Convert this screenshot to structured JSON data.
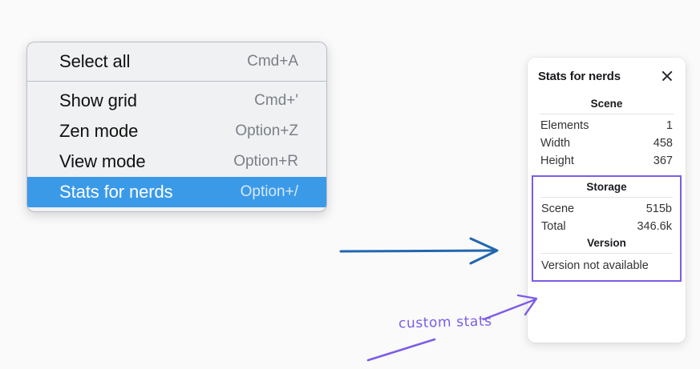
{
  "context_menu": {
    "groups": [
      {
        "items": [
          {
            "label": "Select all",
            "shortcut": "Cmd+A",
            "selected": false
          }
        ]
      },
      {
        "items": [
          {
            "label": "Show grid",
            "shortcut": "Cmd+'",
            "selected": false
          },
          {
            "label": "Zen mode",
            "shortcut": "Option+Z",
            "selected": false
          },
          {
            "label": "View mode",
            "shortcut": "Option+R",
            "selected": false
          },
          {
            "label": "Stats for nerds",
            "shortcut": "Option+/",
            "selected": true
          }
        ]
      }
    ],
    "highlight_color": "#3b9ae8"
  },
  "stats_panel": {
    "title": "Stats for nerds",
    "close_icon": "close-icon",
    "scene": {
      "heading": "Scene",
      "rows": [
        {
          "key": "Elements",
          "value": "1"
        },
        {
          "key": "Width",
          "value": "458"
        },
        {
          "key": "Height",
          "value": "367"
        }
      ]
    },
    "storage": {
      "heading": "Storage",
      "rows": [
        {
          "key": "Scene",
          "value": "515b"
        },
        {
          "key": "Total",
          "value": "346.6k"
        }
      ]
    },
    "version": {
      "heading": "Version",
      "text": "Version not available"
    },
    "highlight_border_color": "#7c5ce6"
  },
  "annotations": {
    "label": "custom stats",
    "label_color": "#7c5ce6",
    "blue_arrow_color": "#2167ae",
    "purple_stroke_color": "#7c5ce6"
  }
}
